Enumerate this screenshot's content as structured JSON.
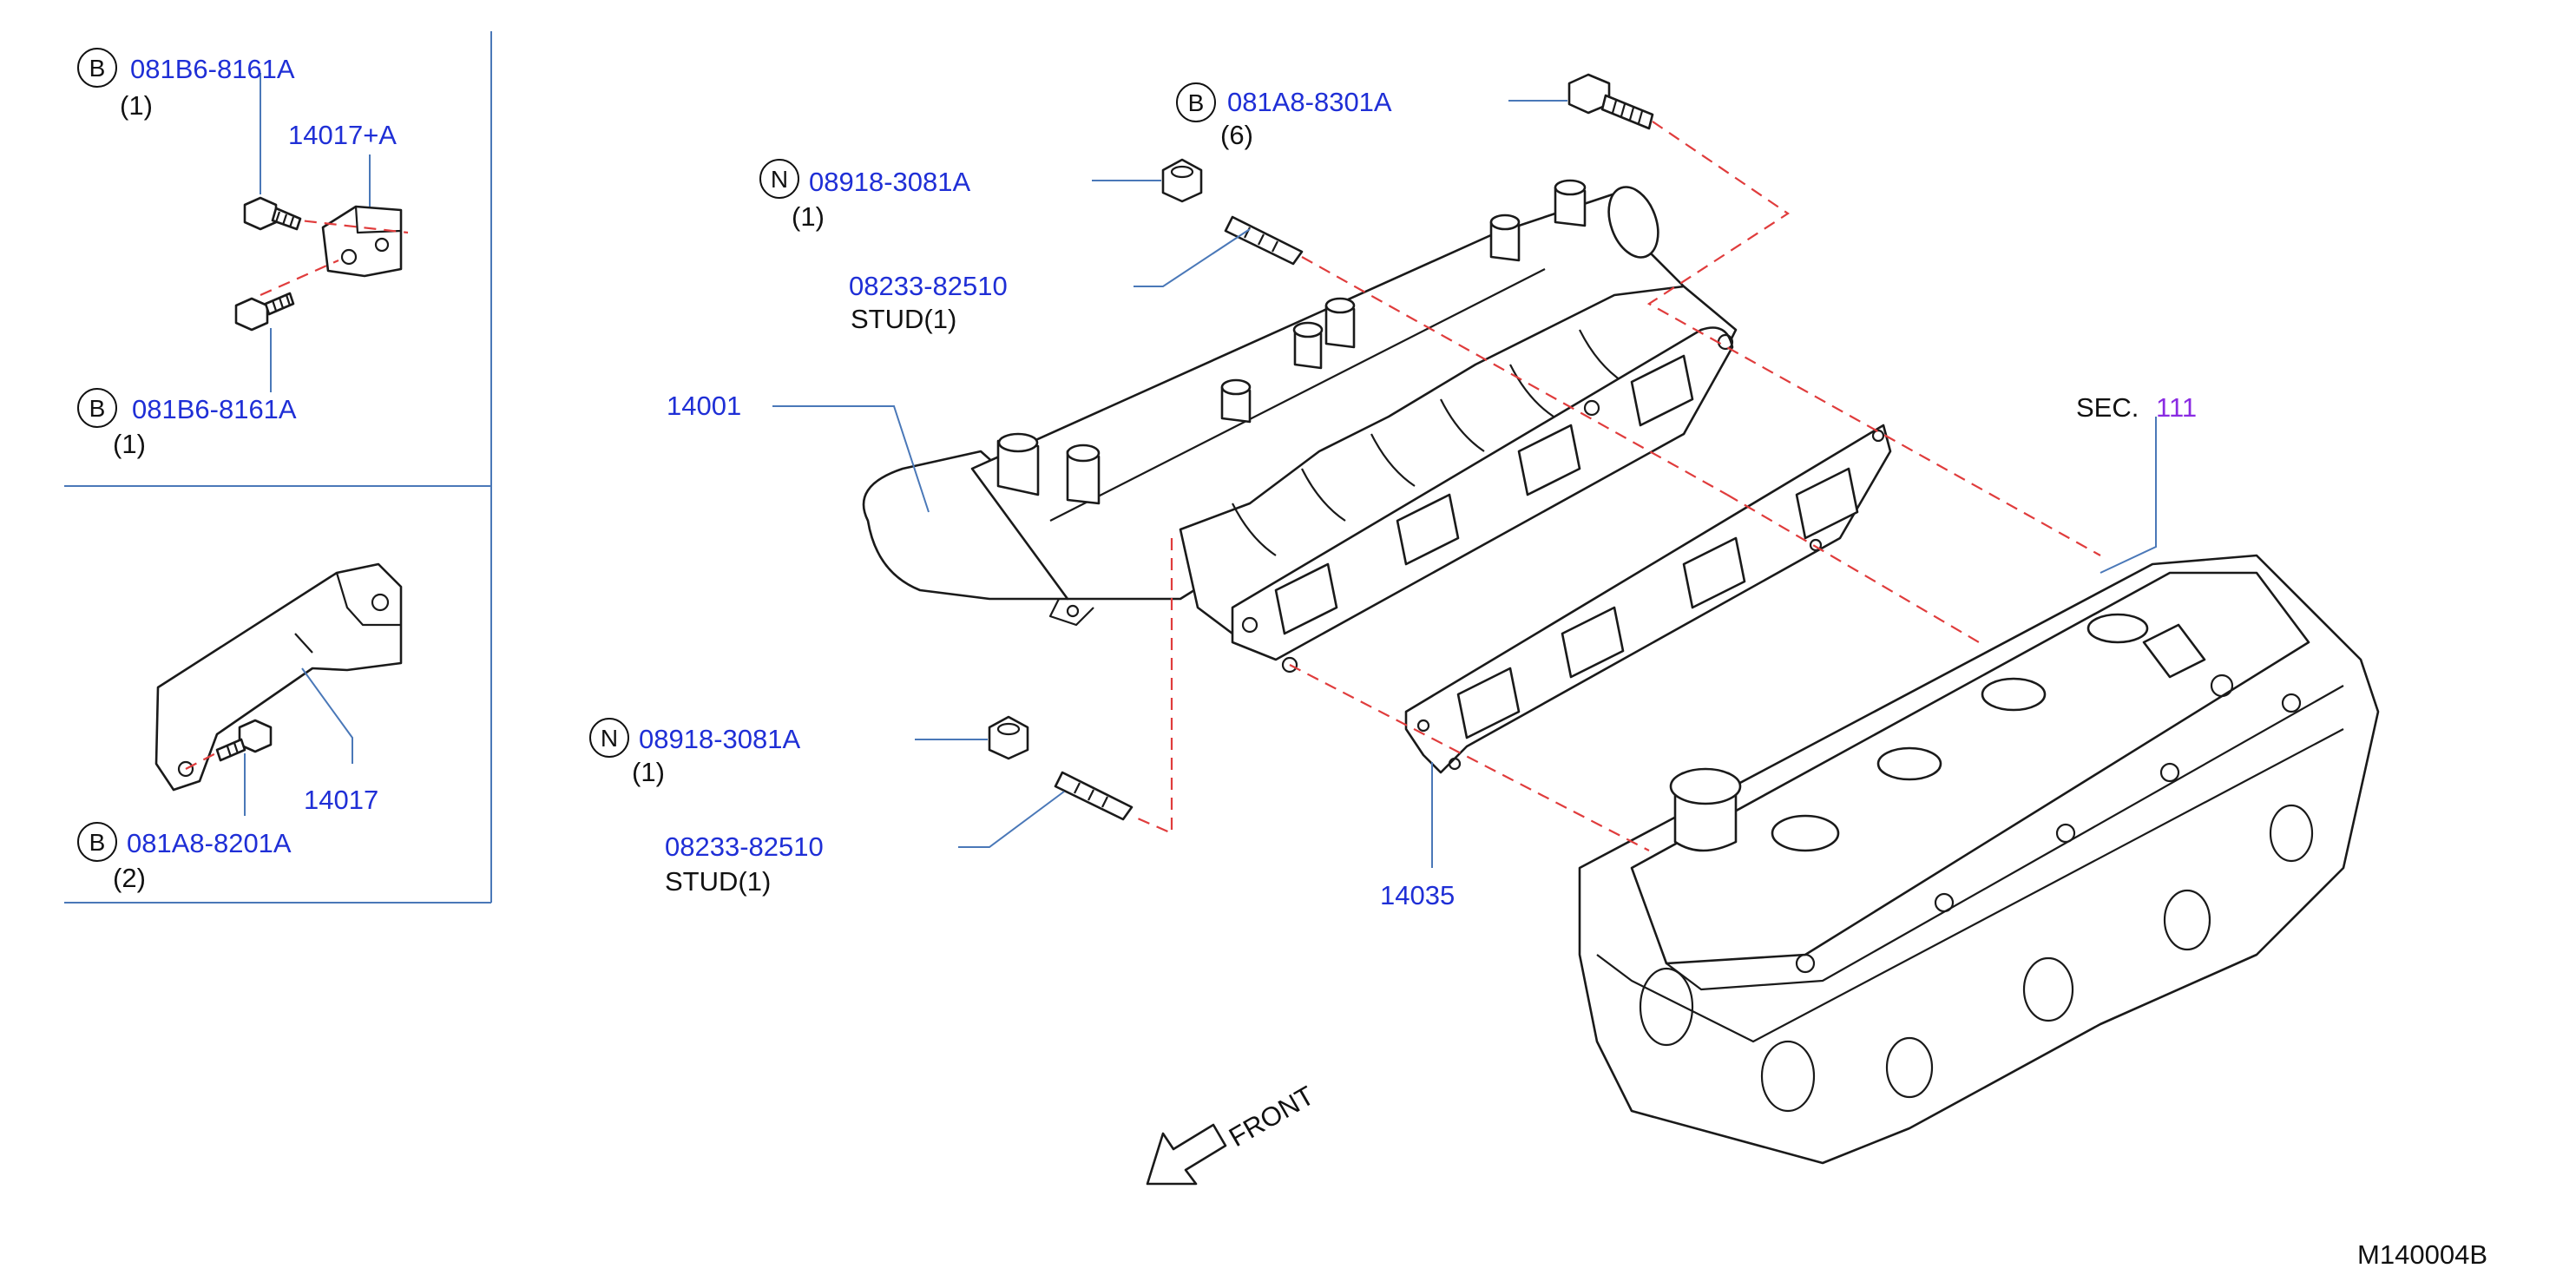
{
  "callouts": {
    "bolt_top_left": {
      "badge": "B",
      "part": "081B6-8161A",
      "qty": "(1)"
    },
    "bracket_upper": {
      "part": "14017+A"
    },
    "bolt_mid_left": {
      "badge": "B",
      "part": "081B6-8161A",
      "qty": "(1)"
    },
    "bracket_lower": {
      "part": "14017"
    },
    "bolt_bottom_left": {
      "badge": "B",
      "part": "081A8-8201A",
      "qty": "(2)"
    },
    "bolt_top": {
      "badge": "B",
      "part": "081A8-8301A",
      "qty": "(6)"
    },
    "nut_top": {
      "badge": "N",
      "part": "08918-3081A",
      "qty": "(1)"
    },
    "stud_top": {
      "part": "08233-82510",
      "desc": "STUD(1)"
    },
    "manifold": {
      "part": "14001"
    },
    "nut_bottom": {
      "badge": "N",
      "part": "08918-3081A",
      "qty": "(1)"
    },
    "stud_bottom": {
      "part": "08233-82510",
      "desc": "STUD(1)"
    },
    "gasket": {
      "part": "14035"
    },
    "cylinder_head": {
      "sec_label": "SEC.",
      "sec_number": "111"
    }
  },
  "direction": {
    "label": "FRONT"
  },
  "diagram_code": "M140004B",
  "colors": {
    "part_number": "#1f2fd6",
    "section_number": "#8a2be2",
    "leader": "#4a78b8",
    "dash": "#e03c3c"
  }
}
